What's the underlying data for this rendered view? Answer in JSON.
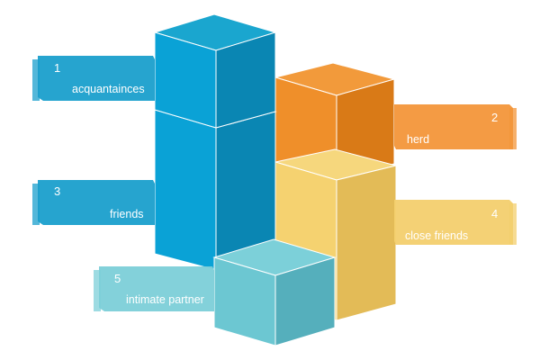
{
  "colors": {
    "blue_top": "#1aa6cf",
    "blue_front": "#0aa2d6",
    "blue_side": "#0a86b3",
    "orange_top": "#f29a3b",
    "orange_front": "#ef8f2a",
    "orange_side": "#d97a17",
    "yellow_top": "#f6d77d",
    "yellow_front": "#f5d270",
    "yellow_side": "#e3bb57",
    "teal_top": "#7cd0d9",
    "teal_front": "#6cc7d2",
    "teal_side": "#55afbc",
    "banner_blue": "#1a9fcc",
    "banner_orange": "#f3963a",
    "banner_yellow": "#f3cf6e",
    "banner_teal": "#7ccfd8"
  },
  "banners": [
    {
      "number": "1",
      "label": "acquantainces"
    },
    {
      "number": "2",
      "label": "herd"
    },
    {
      "number": "3",
      "label": "friends"
    },
    {
      "number": "4",
      "label": "close friends"
    },
    {
      "number": "5",
      "label": "intimate partner"
    }
  ]
}
